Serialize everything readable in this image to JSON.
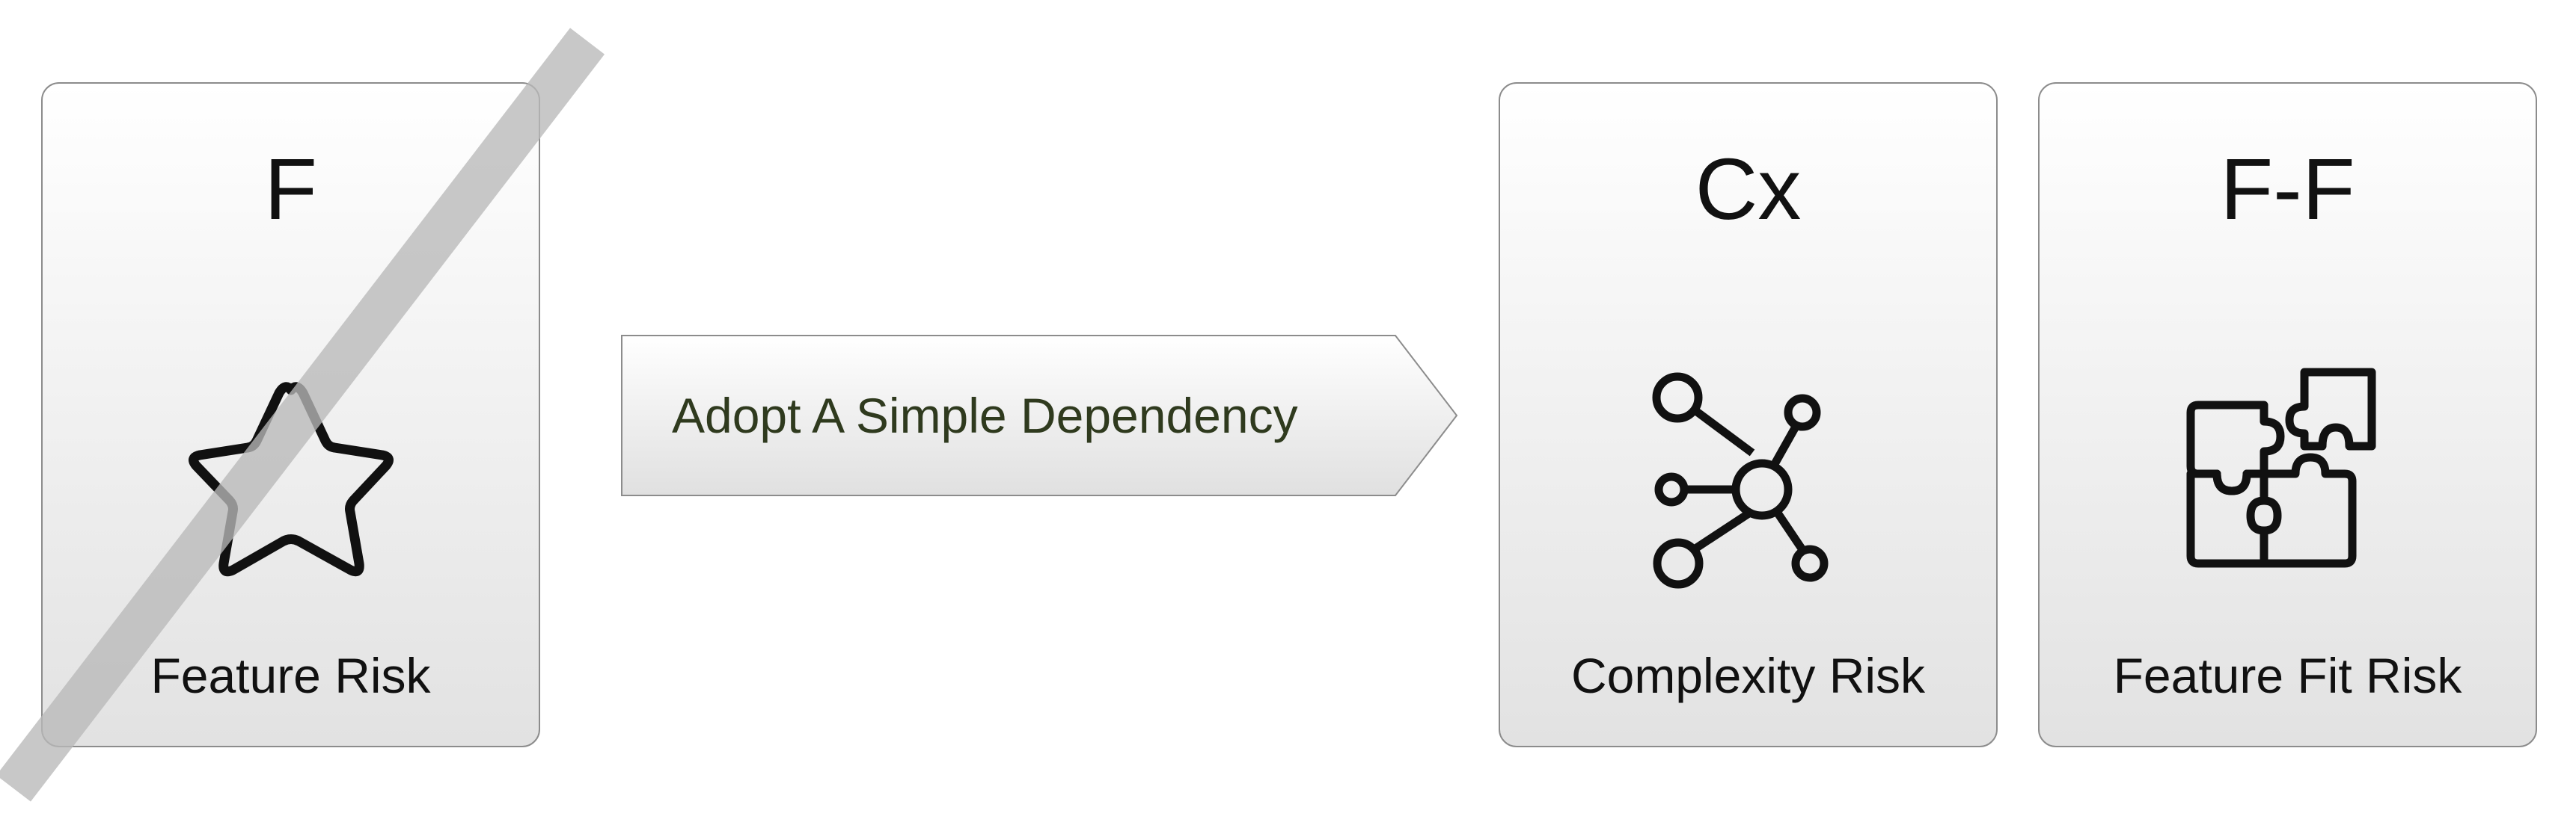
{
  "cards": [
    {
      "code": "F",
      "label": "Feature Risk",
      "icon": "star-icon",
      "struck_out": true
    },
    {
      "code": "Cx",
      "label": "Complexity Risk",
      "icon": "network-icon",
      "struck_out": false
    },
    {
      "code": "F-F",
      "label": "Feature Fit Risk",
      "icon": "puzzle-icon",
      "struck_out": false
    }
  ],
  "action": {
    "label": "Adopt A Simple Dependency"
  },
  "colors": {
    "card_border": "#8c8c8c",
    "card_top": "#ffffff",
    "card_bottom": "#e2e2e2",
    "text": "#111111",
    "action_text": "#2f3a1e",
    "strike": "#c4c4c4"
  }
}
